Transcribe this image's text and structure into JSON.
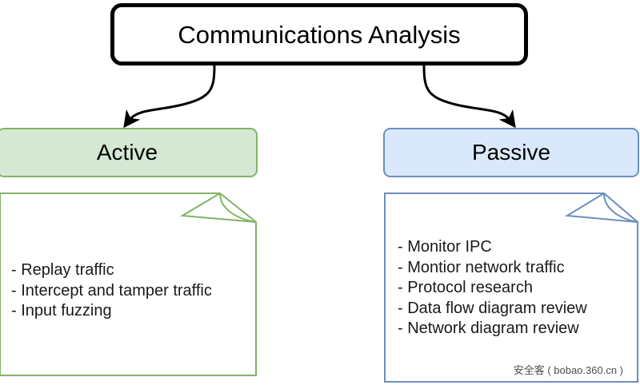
{
  "diagram": {
    "type": "tree-diagram",
    "title": "Communications Analysis",
    "root": {
      "label": "Communications Analysis",
      "fill": "#ffffff",
      "stroke": "#000000"
    },
    "branches": [
      {
        "id": "active",
        "label": "Active",
        "fill": "#d5e8d4",
        "stroke": "#82b366",
        "note": {
          "fill": "#ffffff",
          "stroke": "#82b366",
          "items": [
            "- Replay traffic",
            "- Intercept and tamper traffic",
            "- Input fuzzing"
          ]
        }
      },
      {
        "id": "passive",
        "label": "Passive",
        "fill": "#dae8fc",
        "stroke": "#6c8ebf",
        "note": {
          "fill": "#ffffff",
          "stroke": "#6c8ebf",
          "items": [
            "- Monitor IPC",
            "- Montior network traffic",
            "- Protocol research",
            "- Data flow diagram review",
            "- Network diagram review"
          ]
        }
      }
    ],
    "connectors": [
      {
        "from": "root",
        "to": "active",
        "style": "curved-arrow",
        "color": "#000000"
      },
      {
        "from": "root",
        "to": "passive",
        "style": "curved-arrow",
        "color": "#000000"
      }
    ]
  },
  "watermark": {
    "text": "安全客 ( bobao.360.cn )"
  }
}
